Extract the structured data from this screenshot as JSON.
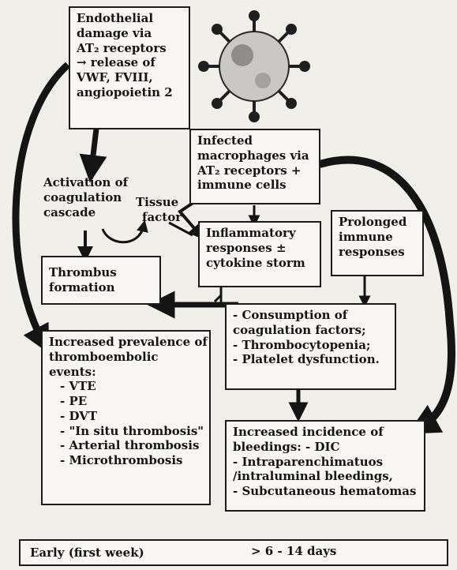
{
  "boxes": {
    "endothelial": [
      "Endothelial",
      "damage via",
      "AT₂ receptors",
      "→ release of",
      "VWF, FVIII,",
      "angiopoietin 2"
    ],
    "infected": [
      "Infected",
      "macrophages via",
      "AT₂ receptors +",
      "immune cells"
    ],
    "inflammatory": [
      "Inflammatory",
      "responses ±",
      "cytokine storm"
    ],
    "prolonged": [
      "Prolonged",
      "immune",
      "responses"
    ],
    "thrombus": [
      "Thrombus",
      "formation"
    ],
    "consumption": [
      "- Consumption of",
      "coagulation factors;",
      "- Thrombocytopenia;",
      "- Platelet dysfunction."
    ],
    "thromboembolic": {
      "heading": [
        "Increased prevalence of",
        "thromboembolic",
        "events:"
      ],
      "items": [
        "- VTE",
        "- PE",
        "- DVT",
        "- \"In situ thrombosis\"",
        "- Arterial thrombosis",
        "- Microthrombosis"
      ]
    },
    "bleedings": [
      "Increased incidence of",
      "bleedings: - DIC",
      "- Intraparenchimatuos",
      "/intraluminal bleedings,",
      "- Subcutaneous hematomas"
    ]
  },
  "labels": {
    "activation": [
      "Activation of",
      "coagulation",
      "cascade"
    ],
    "tissue_factor": [
      "Tissue",
      "factor"
    ]
  },
  "timeline": {
    "early": "Early (first week)",
    "late": "> 6 - 14 days"
  }
}
